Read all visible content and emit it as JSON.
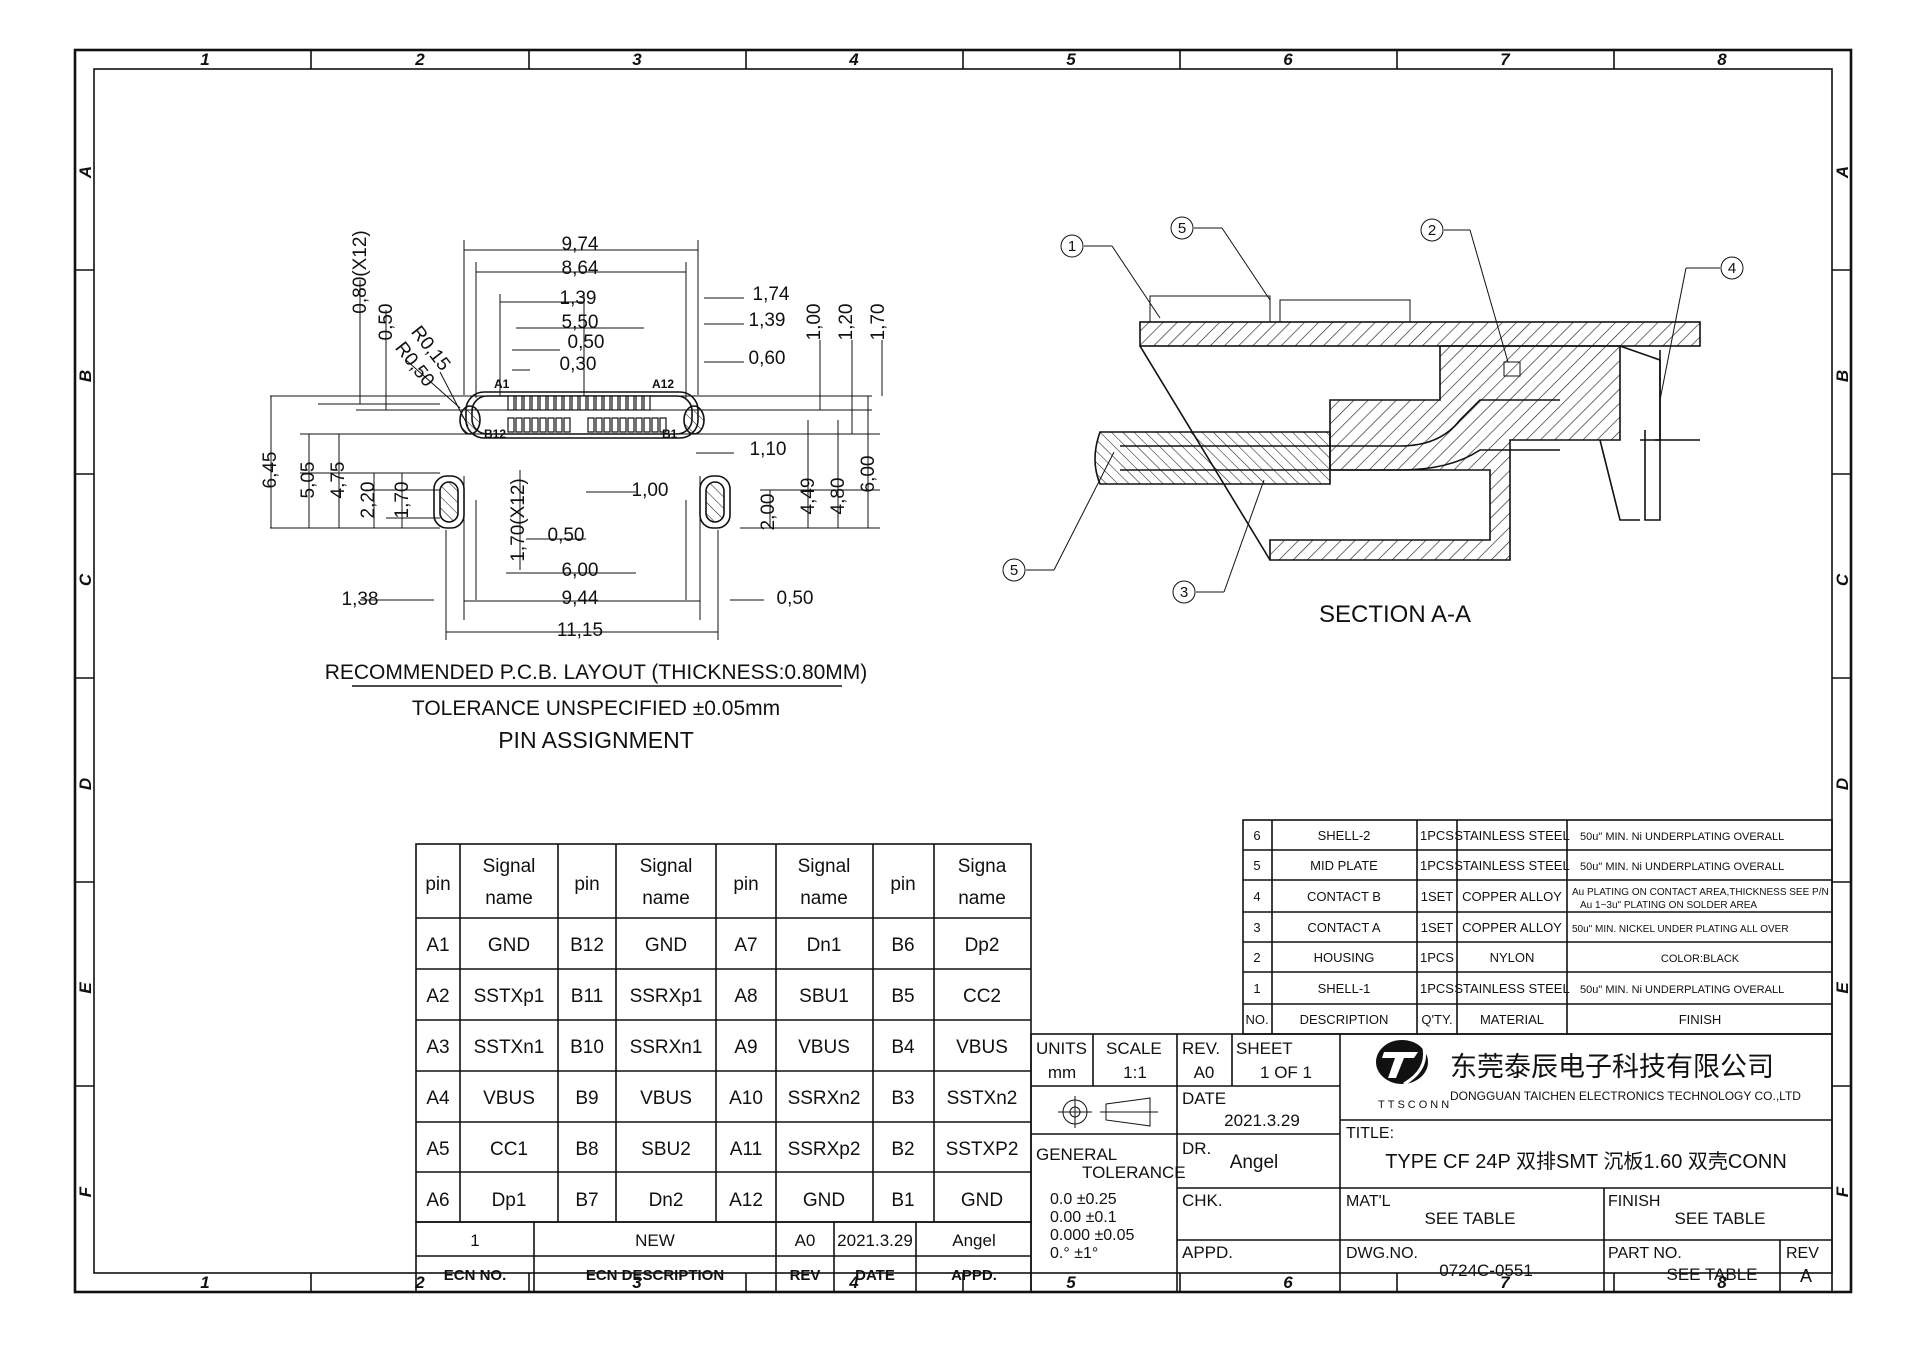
{
  "frame": {
    "columns": [
      "1",
      "2",
      "3",
      "4",
      "5",
      "6",
      "7",
      "8"
    ],
    "rows": [
      "A",
      "B",
      "C",
      "D",
      "E",
      "F"
    ]
  },
  "pcb_layout": {
    "dims": {
      "d974": "9,74",
      "d864": "8,64",
      "d139a": "1,39",
      "d550": "5,50",
      "d050a": "0,50",
      "d030": "0,30",
      "d174": "1,74",
      "d139b": "1,39",
      "d060": "0,60",
      "d100": "1,00",
      "d120": "1,20",
      "d170": "1,70",
      "d080x12": "0,80(X12)",
      "d050b": "0,50",
      "r015": "R0,15",
      "r050": "R0,50",
      "d645": "6,45",
      "d505": "5,05",
      "d475": "4,75",
      "d220": "2,20",
      "d170b": "1,70",
      "d170x12": "1,70(X12)",
      "d110": "1,10",
      "d100b": "1,00",
      "d050c": "0,50",
      "d200": "2,00",
      "d449": "4,49",
      "d480": "4,80",
      "d600b": "6,00",
      "d600": "6,00",
      "d138": "1,38",
      "d944": "9,44",
      "d050d": "0,50",
      "d1115": "11,15"
    },
    "pin_labels": {
      "a1": "A1",
      "a12": "A12",
      "b12": "B12",
      "b1": "B1"
    },
    "caption1": "RECOMMENDED  P.C.B. LAYOUT (THICKNESS:0.80MM)",
    "caption2": "TOLERANCE UNSPECIFIED ±0.05mm",
    "caption3": "PIN ASSIGNMENT"
  },
  "section": {
    "title": "SECTION A-A",
    "balloons": {
      "b1": "1",
      "b2": "2",
      "b3": "3",
      "b4": "4",
      "b5a": "5",
      "b5b": "5"
    }
  },
  "pin_table": {
    "header": {
      "pin": "pin",
      "signal": "Signal",
      "signal2": "name",
      "signa": "Signa"
    },
    "rows": [
      [
        "A1",
        "GND",
        "B12",
        "GND",
        "A7",
        "Dn1",
        "B6",
        "Dp2"
      ],
      [
        "A2",
        "SSTXp1",
        "B11",
        "SSRXp1",
        "A8",
        "SBU1",
        "B5",
        "CC2"
      ],
      [
        "A3",
        "SSTXn1",
        "B10",
        "SSRXn1",
        "A9",
        "VBUS",
        "B4",
        "VBUS"
      ],
      [
        "A4",
        "VBUS",
        "B9",
        "VBUS",
        "A10",
        "SSRXn2",
        "B3",
        "SSTXn2"
      ],
      [
        "A5",
        "CC1",
        "B8",
        "SBU2",
        "A11",
        "SSRXp2",
        "B2",
        "SSTXP2"
      ],
      [
        "A6",
        "Dp1",
        "B7",
        "Dn2",
        "A12",
        "GND",
        "B1",
        "GND"
      ]
    ]
  },
  "revision": {
    "row": {
      "ecn": "1",
      "desc": "NEW",
      "rev": "A0",
      "date": "2021.3.29",
      "appd": "Angel"
    },
    "header": {
      "ecn": "ECN  NO.",
      "desc": "ECN   DESCRIPTION",
      "rev": "REV",
      "date": "DATE",
      "appd": "APPD."
    }
  },
  "bom": {
    "rows": [
      {
        "no": "6",
        "desc": "SHELL-2",
        "qty": "1PCS",
        "mat": "STAINLESS STEEL",
        "finish": "50u\" MIN. Ni UNDERPLATING OVERALL"
      },
      {
        "no": "5",
        "desc": "MID PLATE",
        "qty": "1PCS",
        "mat": "STAINLESS STEEL",
        "finish": "50u\" MIN. Ni UNDERPLATING OVERALL"
      },
      {
        "no": "4",
        "desc": "CONTACT B",
        "qty": "1SET",
        "mat": "COPPER ALLOY",
        "finish": "Au PLATING ON CONTACT AREA,THICKNESS SEE P/N",
        "finish2": "Au 1~3u\" PLATING ON SOLDER AREA"
      },
      {
        "no": "3",
        "desc": "CONTACT A",
        "qty": "1SET",
        "mat": "COPPER ALLOY",
        "finish": "50u\" MIN. NICKEL UNDER PLATING ALL OVER"
      },
      {
        "no": "2",
        "desc": "HOUSING",
        "qty": "1PCS",
        "mat": "NYLON",
        "finish": "COLOR:BLACK"
      },
      {
        "no": "1",
        "desc": "SHELL-1",
        "qty": "1PCS",
        "mat": "STAINLESS STEEL",
        "finish": "50u\" MIN. Ni UNDERPLATING OVERALL"
      }
    ],
    "header": {
      "no": "NO.",
      "desc": "DESCRIPTION",
      "qty": "Q'TY.",
      "mat": "MATERIAL",
      "finish": "FINISH"
    }
  },
  "title_block": {
    "units_label": "UNITS",
    "units": "mm",
    "scale_label": "SCALE",
    "scale": "1:1",
    "rev_label": "REV.",
    "rev": "A0",
    "sheet_label": "SHEET",
    "sheet": "1  OF  1",
    "date_label": "DATE",
    "date": "2021.3.29",
    "gen_tol1": "GENERAL",
    "gen_tol2": "TOLERANCE",
    "tol1": "0.0   ±0.25",
    "tol2": "0.00  ±0.1",
    "tol3": "0.000  ±0.05",
    "tol4": "0.°   ±1°",
    "dr_label": "DR.",
    "dr": "Angel",
    "chk_label": "CHK.",
    "appd_label": "APPD.",
    "logo_text": "TTSCONN",
    "company_cn": "东莞泰辰电子科技有限公司",
    "company_en": "DONGGUAN TAICHEN ELECTRONICS TECHNOLOGY CO.,LTD",
    "title_label": "TITLE:",
    "title": "TYPE  CF  24P  双排SMT  沉板1.60  双壳CONN",
    "matl_label": "MAT'L",
    "matl": "SEE  TABLE",
    "finish_label": "FINISH",
    "finish": "SEE  TABLE",
    "dwg_label": "DWG.NO.",
    "dwg": "0724C-0551",
    "part_label": "PART  NO.",
    "part": "SEE  TABLE",
    "rev2_label": "REV",
    "rev2": "A"
  }
}
